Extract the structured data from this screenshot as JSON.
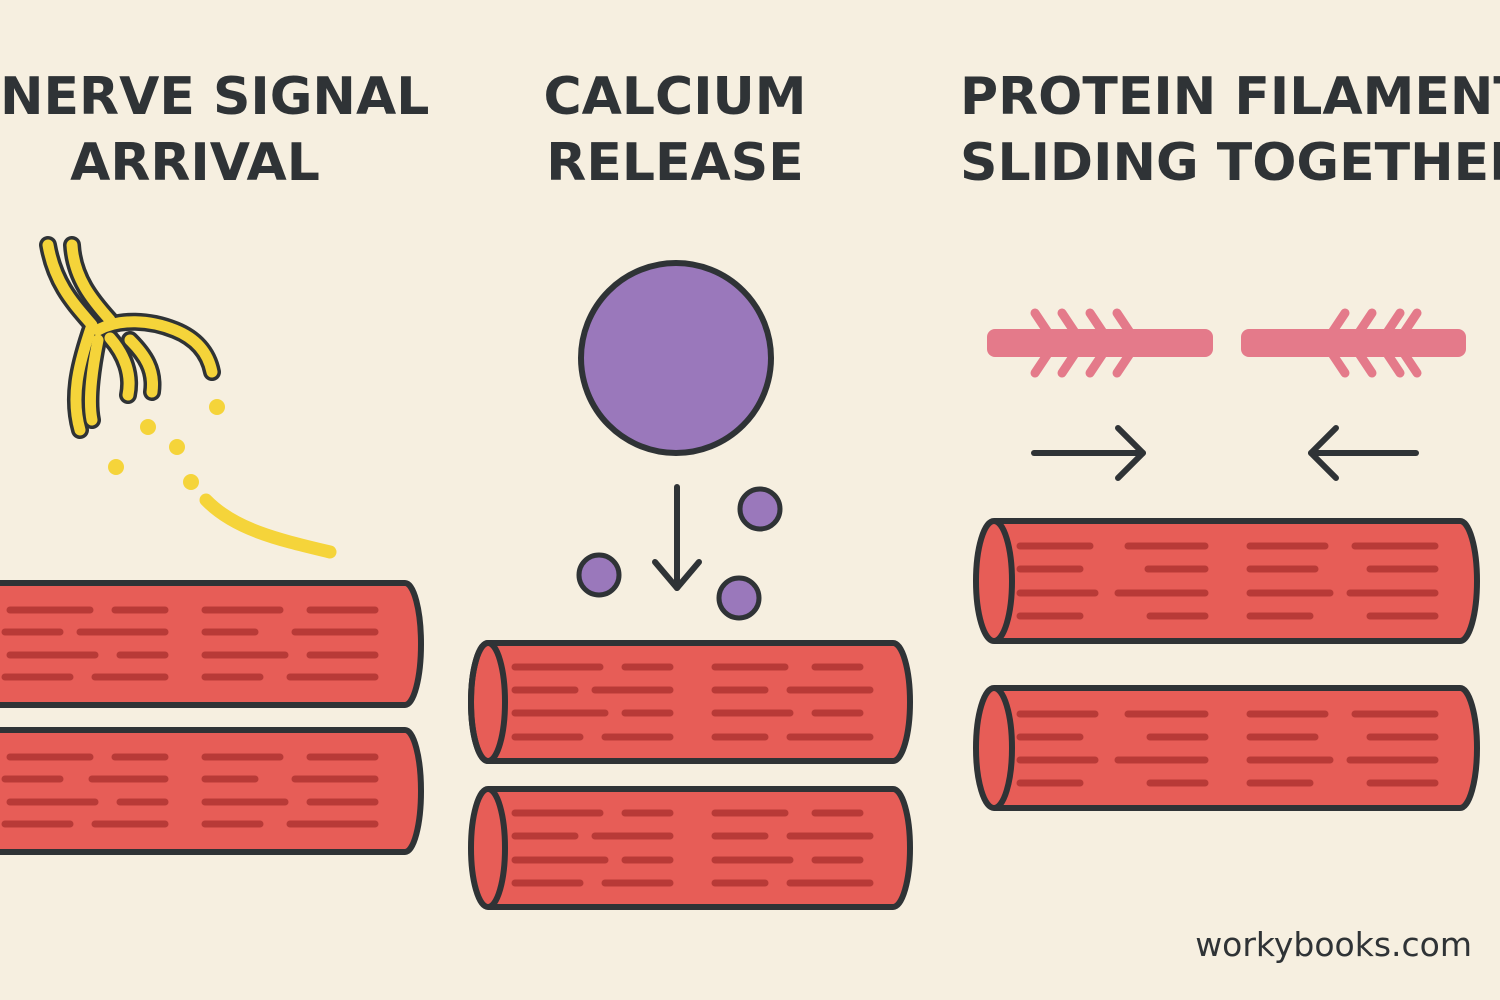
{
  "steps": [
    {
      "title_line1": "NERVE SIGNAL",
      "title_line2": "ARRIVAL"
    },
    {
      "title_line1": "CALCIUM",
      "title_line2": "RELEASE"
    },
    {
      "title_line1": "PROTEIN FILAMENTS",
      "title_line2": "SLIDING TOGETHER"
    }
  ],
  "footer": {
    "site": "workybooks.com"
  },
  "colors": {
    "background": "#f6efe0",
    "outline": "#2f3336",
    "muscle": "#e75d57",
    "muscle_stripe": "#b83a37",
    "nerve": "#f5d43a",
    "calcium": "#9a78bb",
    "filament": "#e47a8a"
  }
}
